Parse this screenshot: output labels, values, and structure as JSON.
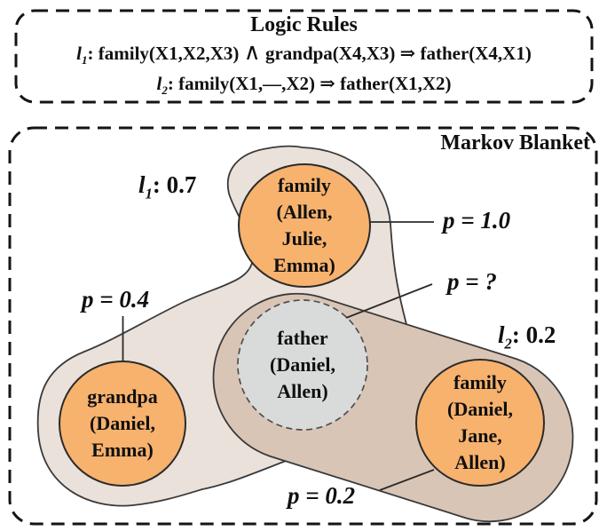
{
  "logic_box": {
    "title": "Logic Rules",
    "rules": [
      {
        "lead": "l",
        "sub": "1",
        "body_a": ": family(X1,X2,X3) ",
        "wedge": "∧",
        "body_b": " grandpa(X4,X3) ⇒ father(X4,X1)"
      },
      {
        "lead": "l",
        "sub": "2",
        "body_a": ": family(X1,—,X2) ⇒ father(X1,X2)",
        "wedge": "",
        "body_b": ""
      }
    ]
  },
  "markov": {
    "title": "Markov Blanket",
    "rule_weights": [
      {
        "lead": "l",
        "sub": "1",
        "rest": ": 0.7"
      },
      {
        "lead": "l",
        "sub": "2",
        "rest": ": 0.2"
      }
    ],
    "prob_labels": {
      "top": "p = 1.0",
      "center": "p = ?",
      "left": "p = 0.4",
      "bottom": "p = 0.2"
    },
    "nodes": [
      {
        "id": "family-allen-julie-emma",
        "lines": [
          "family",
          "(Allen,",
          "Julie,",
          "Emma)"
        ]
      },
      {
        "id": "father-daniel-allen",
        "lines": [
          "father",
          "(Daniel,",
          "Allen)"
        ]
      },
      {
        "id": "grandpa-daniel-emma",
        "lines": [
          "grandpa",
          "(Daniel,",
          "Emma)"
        ]
      },
      {
        "id": "family-daniel-jane-allen",
        "lines": [
          "family",
          "(Daniel,",
          "Jane,",
          "Allen)"
        ]
      }
    ]
  },
  "colors": {
    "node_fill": "#F7B26E",
    "query_fill": "#D9DBDB",
    "blob_light": "#EAE1DA",
    "blob_dark": "#D9C5B6",
    "outline": "#141414"
  }
}
